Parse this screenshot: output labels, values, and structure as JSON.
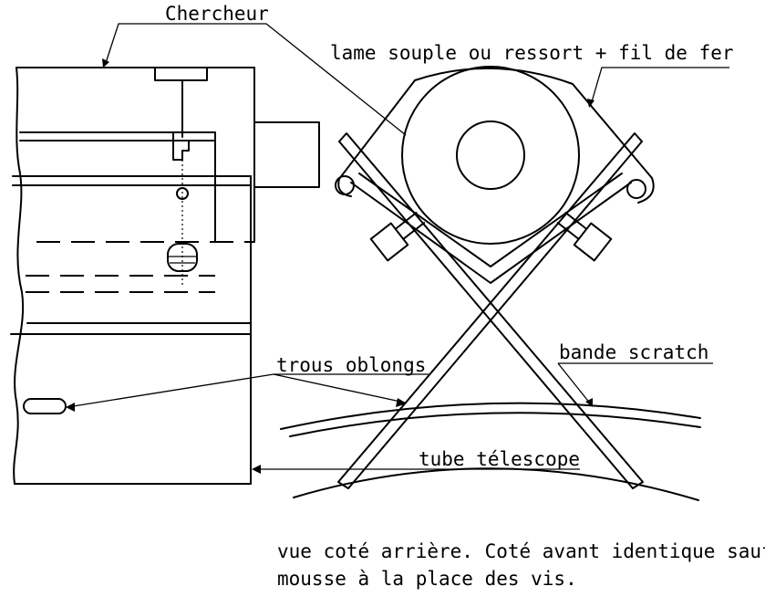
{
  "labels": {
    "chercheur": "Chercheur",
    "lame": "lame souple ou ressort + fil de fer",
    "trous": "trous oblongs",
    "bande": "bande scratch",
    "tube": "tube télescope"
  },
  "note": {
    "line1": "vue coté arrière. Coté avant identique sauf",
    "line2": "mousse à la place des vis."
  }
}
